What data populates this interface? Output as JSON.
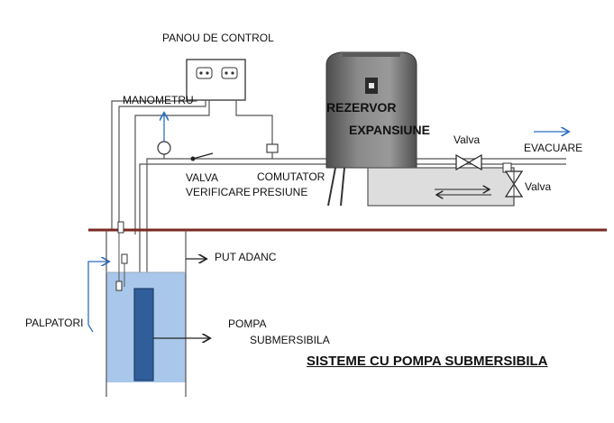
{
  "labels": {
    "control_panel": "PANOU DE CONTROL",
    "manometer": "MANOMETRU",
    "tank_line1": "REZERVOR",
    "tank_line2": "EXPANSIUNE",
    "valve_top": "Valva",
    "valve_right": "Valva",
    "discharge": "EVACUARE",
    "check_valve_line1": "VALVA",
    "check_valve_line2": "VERIFICARE",
    "pressure_switch_line1": "COMUTATOR",
    "pressure_switch_line2": "PRESIUNE",
    "deep_well": "PUT ADANC",
    "probes": "PALPATORI",
    "pump_line1": "POMPA",
    "pump_line2": "SUBMERSIBILA",
    "title": "SISTEME CU POMPA SUBMERSIBILA"
  },
  "colors": {
    "ground_line": "#7a2a22",
    "water": "#a9c7ea",
    "pump": "#2f5e9a",
    "tank": "#6f6f6f",
    "arrow_blue": "#2e6fc0",
    "pipe": "#555555"
  }
}
